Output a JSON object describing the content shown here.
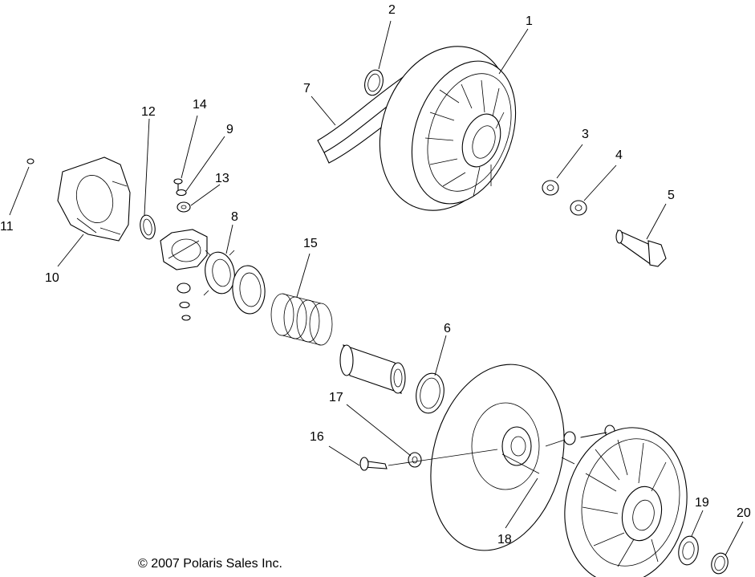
{
  "diagram": {
    "callouts": {
      "c1": "1",
      "c2": "2",
      "c3": "3",
      "c4": "4",
      "c5": "5",
      "c6": "6",
      "c7": "7",
      "c8": "8",
      "c9": "9",
      "c10": "10",
      "c11": "11",
      "c12": "12",
      "c13": "13",
      "c14": "14",
      "c15": "15",
      "c16": "16",
      "c17": "17",
      "c18": "18",
      "c19": "19",
      "c20": "20"
    },
    "copyright": "© 2007 Polaris Sales Inc."
  }
}
